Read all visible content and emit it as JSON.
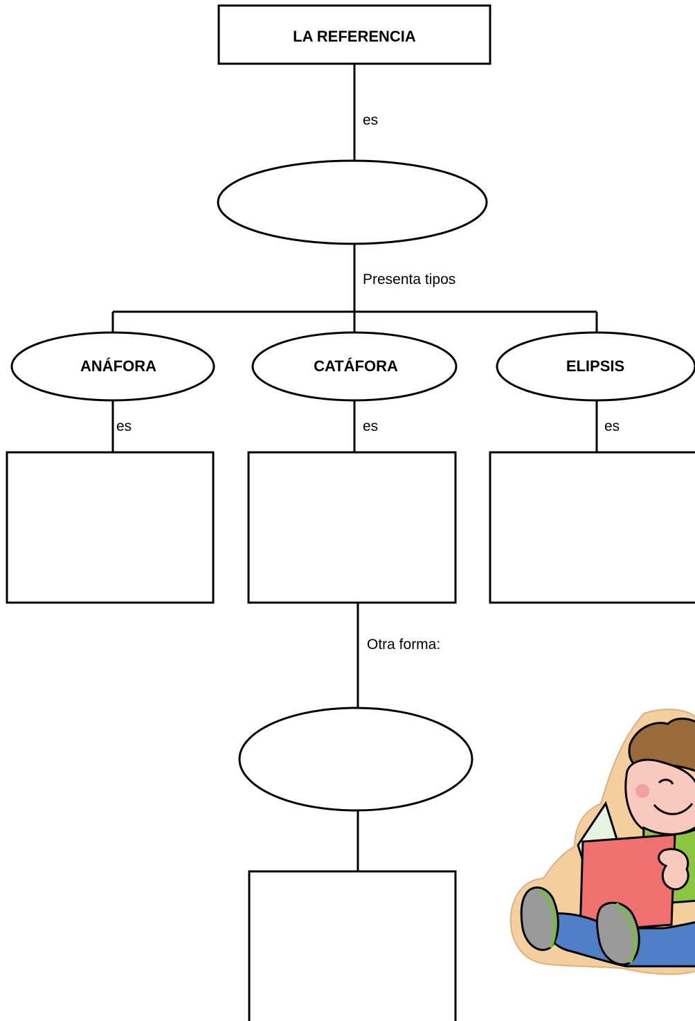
{
  "diagram": {
    "title": "LA REFERENCIA",
    "connectors": {
      "top_es": "es",
      "presenta_tipos": "Presenta tipos",
      "anafora_es": "es",
      "catafora_es": "es",
      "elipsis_es": "es",
      "otra_forma": "Otra forma:"
    },
    "types": [
      {
        "label": "ANÁFORA"
      },
      {
        "label": "CATÁFORA"
      },
      {
        "label": "ELIPSIS"
      }
    ]
  },
  "colors": {
    "stroke": "#000000",
    "background": "#ffffff",
    "illustration_outline": "#f3cf9e",
    "illustration_shirt": "#8cc63f",
    "illustration_book": "#f07070",
    "illustration_pants": "#4f7fc8",
    "illustration_hair": "#9a6a3a"
  },
  "illustration": {
    "icon": "child-reading-book-clipart"
  }
}
